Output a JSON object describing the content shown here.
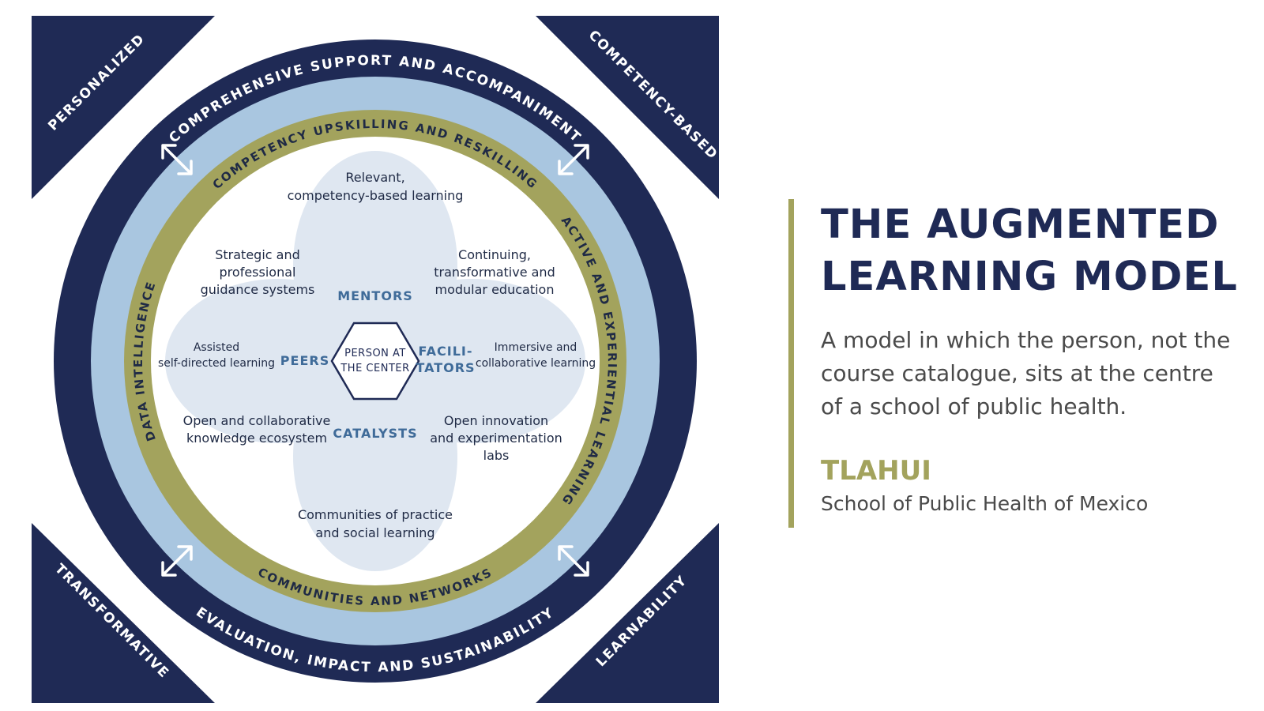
{
  "panel": {
    "title_line1": "THE AUGMENTED",
    "title_line2": "LEARNING MODEL",
    "subtitle": "A model in which the person, not the course catalogue, sits at the centre of a school of public health.",
    "org_name": "TLAHUI",
    "org_detail": "School of Public Health of Mexico"
  },
  "corners": {
    "top_left": "PERSONALIZED",
    "top_right": "COMPETENCY-BASED",
    "bottom_left": "TRANSFORMATIVE",
    "bottom_right": "LEARNABILITY"
  },
  "rings": {
    "outer_top": "COMPREHENSIVE SUPPORT AND ACCOMPANIMENT",
    "outer_bottom": "EVALUATION, IMPACT AND SUSTAINABILITY",
    "gold_top": "COMPETENCY UPSKILLING AND RESKILLING",
    "gold_right": "ACTIVE AND EXPERIENTIAL LEARNING",
    "gold_bottom": "COMMUNITIES AND NETWORKS",
    "gold_left": "DATA INTELLIGENCE"
  },
  "center": {
    "line1": "PERSON AT",
    "line2": "THE CENTER"
  },
  "roles": {
    "top": "MENTORS",
    "left": "PEERS",
    "right_line1": "FACILI-",
    "right_line2": "TATORS",
    "bottom": "CATALYSTS"
  },
  "petals": {
    "top_line1": "Relevant,",
    "top_line2": "competency-based learning",
    "upper_left_line1": "Strategic and",
    "upper_left_line2": "professional",
    "upper_left_line3": "guidance systems",
    "upper_right_line1": "Continuing,",
    "upper_right_line2": "transformative and",
    "upper_right_line3": "modular education",
    "left_line1": "Assisted",
    "left_line2": "self-directed learning",
    "right_line1": "Immersive and",
    "right_line2": "collaborative learning",
    "lower_left_line1": "Open and collaborative",
    "lower_left_line2": "knowledge ecosystem",
    "lower_right_line1": "Open innovation",
    "lower_right_line2": "and experimentation",
    "lower_right_line3": "labs",
    "bottom_line1": "Communities of practice",
    "bottom_line2": "and social learning"
  },
  "colors": {
    "navy": "#1f2a55",
    "light_blue": "#a9c6e0",
    "gold": "#a3a35d",
    "petal": "#dfe7f1",
    "role_blue": "#3f6b99"
  }
}
